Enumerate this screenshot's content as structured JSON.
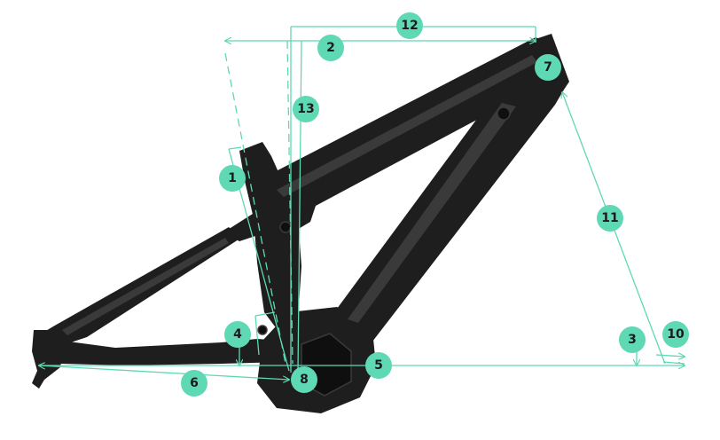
{
  "colors": {
    "accent": "#5fd8b4",
    "marker_text": "#1b1b1b",
    "frame": "#1e1e1e",
    "frame_highlight": "#3a3a3a",
    "frame_shadow": "#0f0f0f"
  },
  "markers": [
    {
      "id": "m1",
      "label": "1"
    },
    {
      "id": "m2",
      "label": "2"
    },
    {
      "id": "m3",
      "label": "3"
    },
    {
      "id": "m4",
      "label": "4"
    },
    {
      "id": "m5",
      "label": "5"
    },
    {
      "id": "m6",
      "label": "6"
    },
    {
      "id": "m7",
      "label": "7"
    },
    {
      "id": "m8",
      "label": "8"
    },
    {
      "id": "m10",
      "label": "10"
    },
    {
      "id": "m11",
      "label": "11"
    },
    {
      "id": "m12",
      "label": "12"
    },
    {
      "id": "m13",
      "label": "13"
    }
  ]
}
